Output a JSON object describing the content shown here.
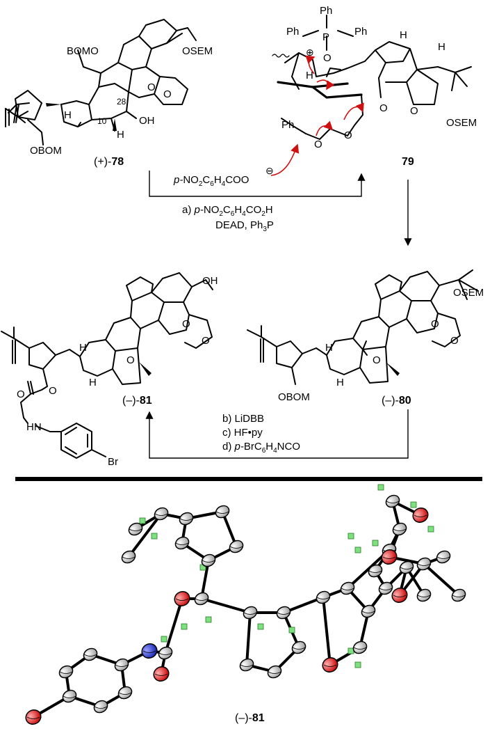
{
  "compounds": {
    "c78": {
      "prefix": "(+)-",
      "num": "78"
    },
    "c79": {
      "num": "79"
    },
    "c80": {
      "prefix": "(–)-",
      "num": "80"
    },
    "c81": {
      "prefix": "(–)-",
      "num": "81"
    },
    "crystal": {
      "prefix": "(–)-",
      "num": "81"
    }
  },
  "labels78": {
    "bomo": "BOMO",
    "osem": "OSEM",
    "obom": "OBOM",
    "oh": "OH",
    "h1": "H",
    "h2": "H",
    "n28": "28",
    "n10": "10"
  },
  "labels79": {
    "ph_top": "Ph",
    "ph_left": "Ph",
    "ph_right": "Ph",
    "p": "P",
    "plus": "⊕",
    "o_p": "O",
    "h_a": "H",
    "h_b": "H",
    "h_c": "H",
    "osem": "OSEM",
    "ph_benzyl": "Ph",
    "o1": "O",
    "o2": "O"
  },
  "nucleophile": {
    "prefix": "p-",
    "main": "NO",
    "sub1": "2",
    "c": "C",
    "sub2": "6",
    "h": "H",
    "sub3": "4",
    "tail": "COO",
    "charge": "⊖"
  },
  "step_a": {
    "line1_prefix": "a) ",
    "line1_p": "p-",
    "line1_main": "NO",
    "line1_sub1": "2",
    "line1_c": "C",
    "line1_sub2": "6",
    "line1_h": "H",
    "line1_sub3": "4",
    "line1_tail": "CO",
    "line1_sub4": "2",
    "line1_end": "H",
    "line2_a": "DEAD, Ph",
    "line2_sub": "3",
    "line2_b": "P"
  },
  "steps_bcd": {
    "b": "b) LiDBB",
    "c": "c) HF•py",
    "d_a": "d) ",
    "d_p": "p-",
    "d_main": "BrC",
    "d_sub1": "6",
    "d_h": "H",
    "d_sub2": "4",
    "d_tail": "NCO"
  },
  "labels80": {
    "osem": "OSEM",
    "obom": "OBOM",
    "o": "O",
    "h1": "H",
    "h2": "H",
    "o1": "O",
    "o2": "O"
  },
  "labels81": {
    "oh": "OH",
    "o_carb": "O",
    "o_link": "O",
    "hn": "HN",
    "br": "Br",
    "o": "O",
    "h1": "H",
    "h2": "H",
    "o1": "O",
    "o2": "O"
  },
  "colors": {
    "atom_oxygen": "#dd1a1a",
    "atom_nitrogen": "#1d2ccc",
    "atom_hydrogen": "#7ee07e",
    "atom_carbon": "#c8c8c8",
    "red_arrow": "#d01010"
  }
}
